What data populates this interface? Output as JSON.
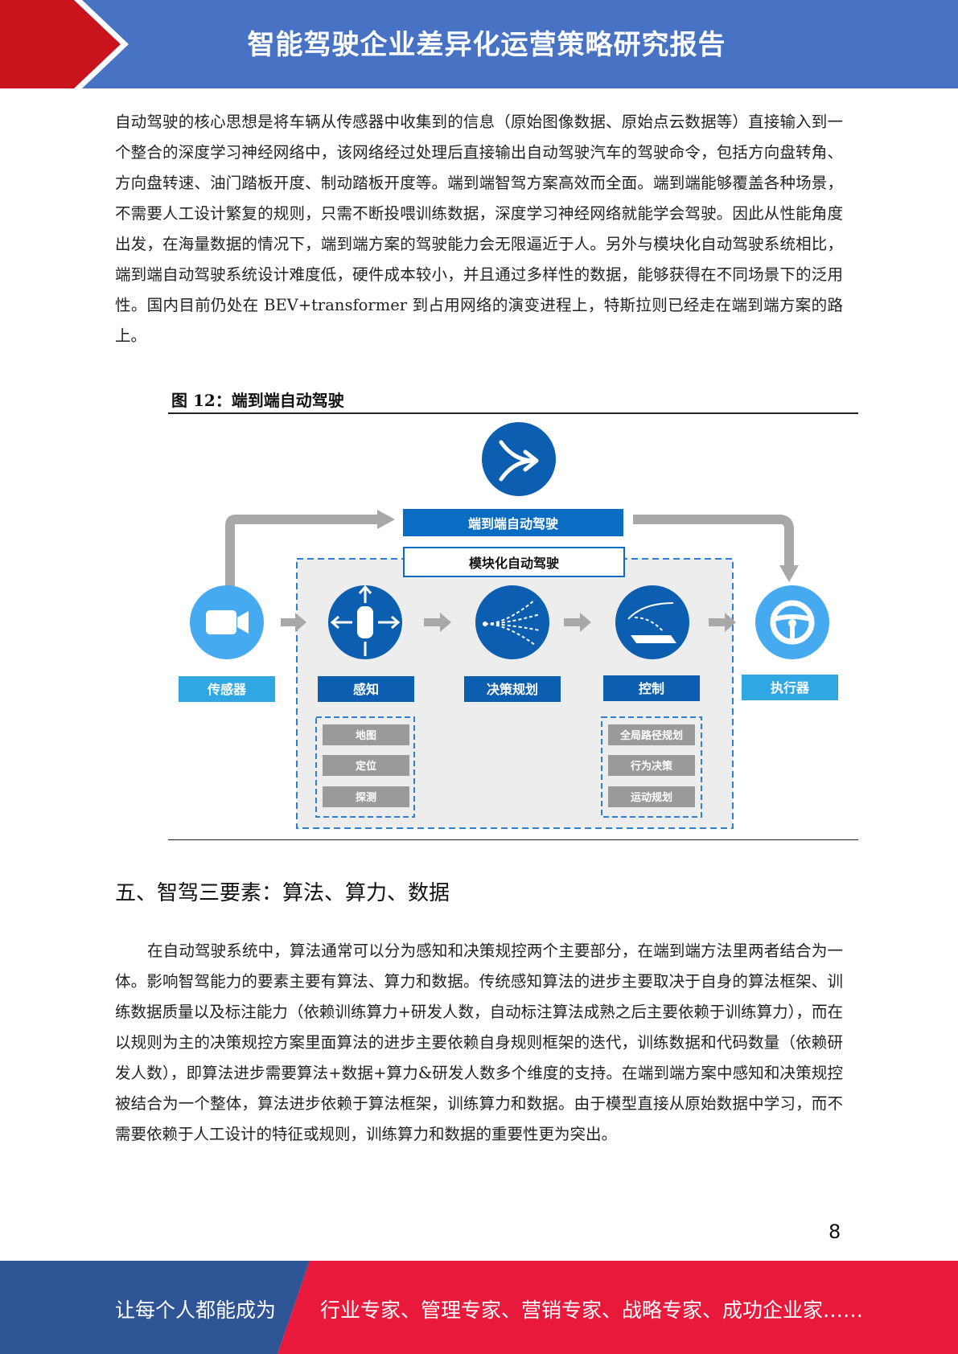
{
  "header": {
    "title": "智能驾驶企业差异化运营策略研究报告",
    "colors": {
      "band": "#4873c4",
      "arrow": "#c9141e"
    }
  },
  "intro_paragraph": "自动驾驶的核心思想是将车辆从传感器中收集到的信息（原始图像数据、原始点云数据等）直接输入到一个整合的深度学习神经网络中，该网络经过处理后直接输出自动驾驶汽车的驾驶命令，包括方向盘转角、方向盘转速、油门踏板开度、制动踏板开度等。端到端智驾方案高效而全面。端到端能够覆盖各种场景，不需要人工设计繁复的规则，只需不断投喂训练数据，深度学习神经网络就能学会驾驶。因此从性能角度出发，在海量数据的情况下，端到端方案的驾驶能力会无限逼近于人。另外与模块化自动驾驶系统相比，端到端自动驾驶系统设计难度低，硬件成本较小，并且通过多样性的数据，能够获得在不同场景下的泛用性。国内目前仍处在 BEV+transformer 到占用网络的演变进程上，特斯拉则已经走在端到端方案的路上。",
  "figure": {
    "caption": "图 12：端到端自动驾驶",
    "top_label": "端到端自动驾驶",
    "module_label": "模块化自动驾驶",
    "nodes": [
      {
        "label": "传感器",
        "icon": "camera-icon"
      },
      {
        "label": "感知",
        "icon": "car-icon"
      },
      {
        "label": "决策规划",
        "icon": "decision-paths-icon"
      },
      {
        "label": "控制",
        "icon": "control-route-icon"
      },
      {
        "label": "执行器",
        "icon": "steering-wheel-icon"
      }
    ],
    "perception_items": [
      "地图",
      "定位",
      "探测"
    ],
    "control_items": [
      "全局路径规划",
      "行为决策",
      "运动规划"
    ],
    "top_icon": "merge-arrow-icon",
    "colors": {
      "dark_blue": "#0b5eb0",
      "light_blue": "#2fa7e3",
      "gray": "#9a9a9a",
      "panel": "#ededed"
    }
  },
  "section": {
    "title": "五、智驾三要素：算法、算力、数据",
    "paragraph": "在自动驾驶系统中，算法通常可以分为感知和决策规控两个主要部分，在端到端方法里两者结合为一体。影响智驾能力的要素主要有算法、算力和数据。传统感知算法的进步主要取决于自身的算法框架、训练数据质量以及标注能力（依赖训练算力+研发人数，自动标注算法成熟之后主要依赖于训练算力），而在以规则为主的决策规控方案里面算法的进步主要依赖自身规则框架的迭代，训练数据和代码数量（依赖研发人数），即算法进步需要算法+数据+算力&研发人数多个维度的支持。在端到端方案中感知和决策规控被结合为一个整体，算法进步依赖于算法框架，训练算力和数据。由于模型直接从原始数据中学习，而不需要依赖于人工设计的特征或规则，训练算力和数据的重要性更为突出。"
  },
  "page_number": "8",
  "footer": {
    "left_text": "让每个人都能成为",
    "right_text": "行业专家、管理专家、营销专家、战略专家、成功企业家……",
    "colors": {
      "left": "#2f5597",
      "right": "#e8193a"
    }
  }
}
